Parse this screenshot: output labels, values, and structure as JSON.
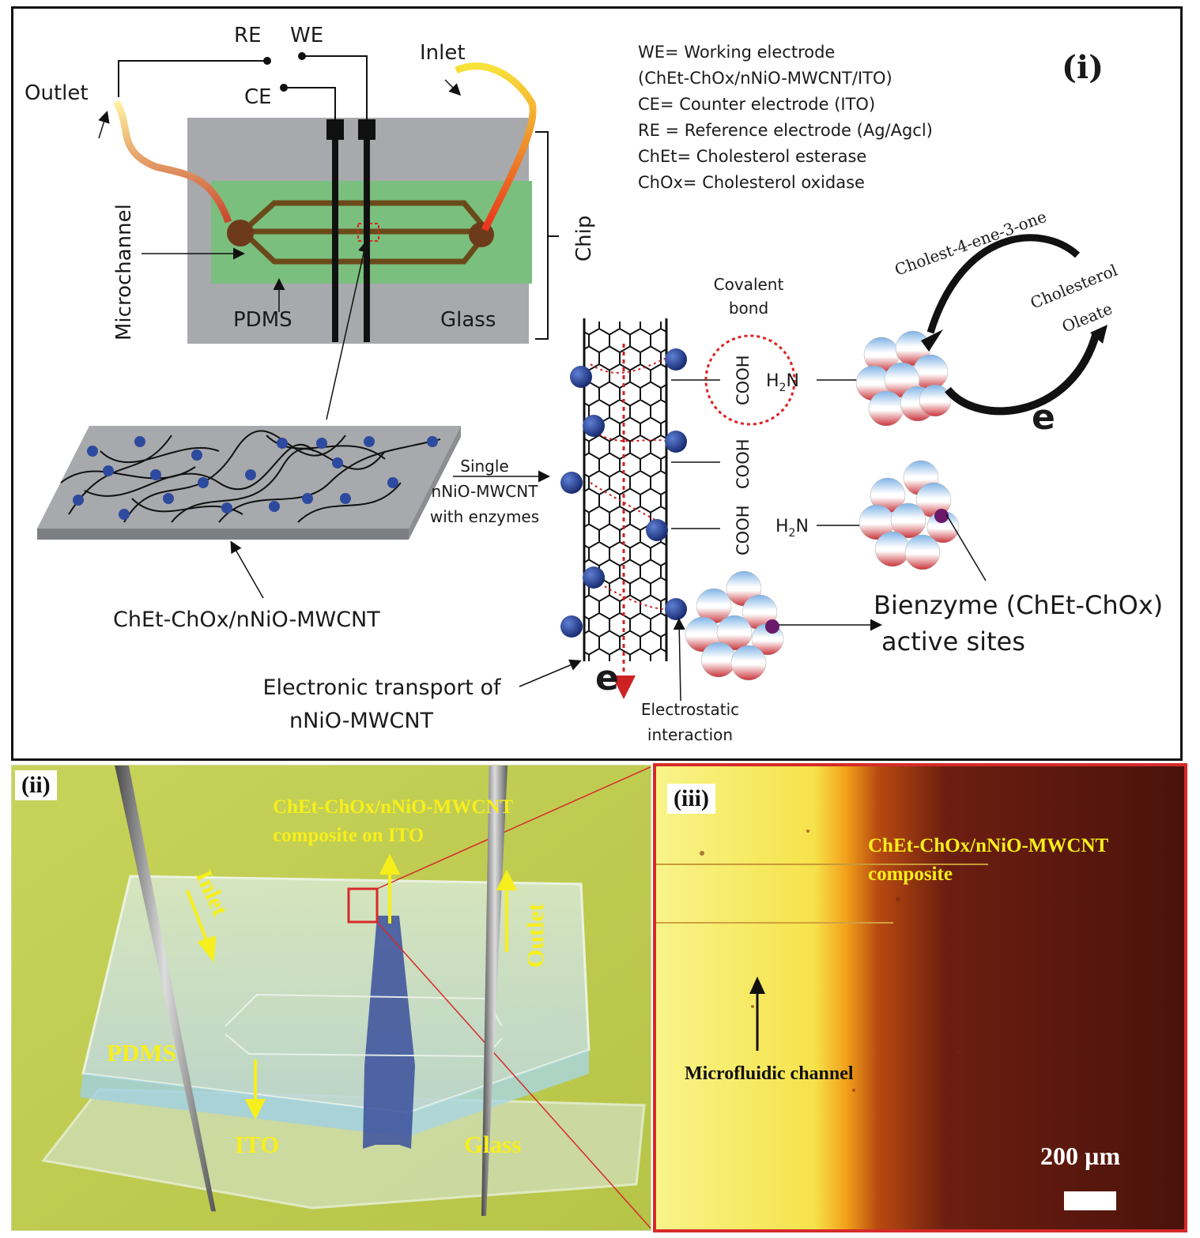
{
  "panel_i": {
    "tag": "(i)",
    "electrodes": {
      "re": "RE",
      "we": "WE",
      "ce": "CE"
    },
    "inlet": "Inlet",
    "outlet": "Outlet",
    "microchannel": "Microchannel",
    "pdms": "PDMS",
    "glass": "Glass",
    "chip": "Chip",
    "legend": [
      "WE= Working electrode",
      "(ChEt-ChOx/nNiO-MWCNT/ITO)",
      "CE= Counter electrode (ITO)",
      "RE = Reference electrode (Ag/Agcl)",
      "ChEt= Cholesterol esterase",
      "ChOx= Cholesterol oxidase"
    ],
    "covalent_bond": [
      "Covalent",
      "bond"
    ],
    "cooh": "COOH",
    "h2n": "H",
    "h2n_sub": "2",
    "h2n_n": "N",
    "cholest": "Cholest-4-ene-3-one",
    "cholesterol_oleate": [
      "Cholesterol",
      "Oleate"
    ],
    "electron": "e",
    "single_label": [
      "Single",
      "nNiO-MWCNT",
      "with enzymes"
    ],
    "film_label": "ChEt-ChOx/nNiO-MWCNT",
    "transport_label": [
      "Electronic transport of",
      "nNiO-MWCNT"
    ],
    "electrostatic": [
      "Electrostatic",
      "interaction"
    ],
    "bienzyme": [
      "Bienzyme (ChEt-ChOx)",
      "active sites"
    ]
  },
  "panel_ii": {
    "tag": "(ii)",
    "composite": [
      "ChEt-ChOx/nNiO-MWCNT",
      "composite on ITO"
    ],
    "inlet": "Inlet",
    "outlet": "Outlet",
    "pdms": "PDMS",
    "ito": "ITO",
    "glass": "Glass"
  },
  "panel_iii": {
    "tag": "(iii)",
    "composite": [
      "ChEt-ChOx/nNiO-MWCNT",
      "composite"
    ],
    "channel": "Microfluidic channel",
    "scale": "200 µm"
  },
  "colors": {
    "frame_red": "#d62a2a",
    "label_yellow": "#f7ef1c",
    "chip_gray": "#a7a9ac",
    "chip_green": "#7bbf7e",
    "np_blue": "#1e3a8a"
  }
}
